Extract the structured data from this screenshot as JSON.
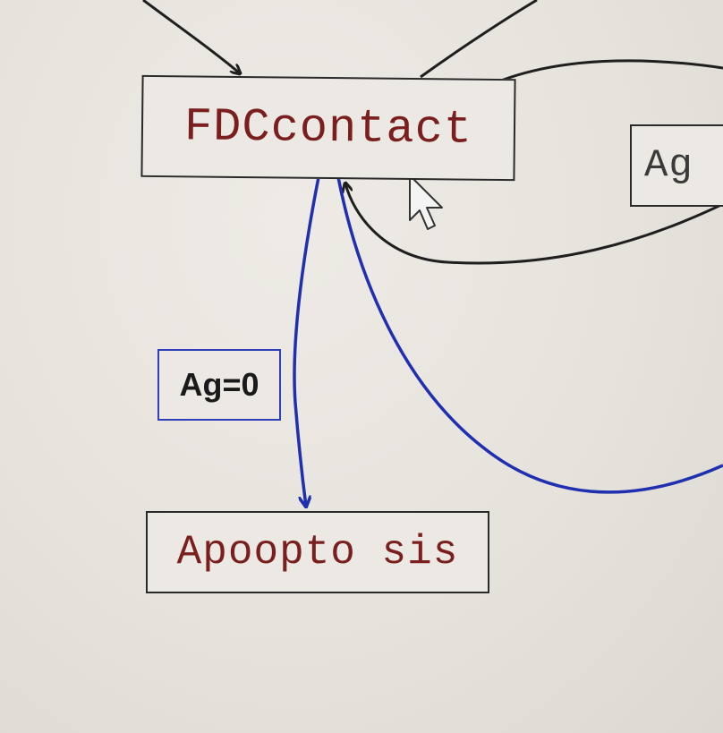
{
  "nodes": {
    "fdccontact": "FDCcontact",
    "apoptosis": "Apoopto sis",
    "ag": "Ag"
  },
  "edge_labels": {
    "fdc_to_apoptosis": "Ag=0"
  },
  "colors": {
    "node_text": "#7a1e1e",
    "black_edge": "#1f1f1f",
    "blue_edge": "#1f2fb0"
  },
  "cursor": {
    "type": "arrow-pointer"
  }
}
